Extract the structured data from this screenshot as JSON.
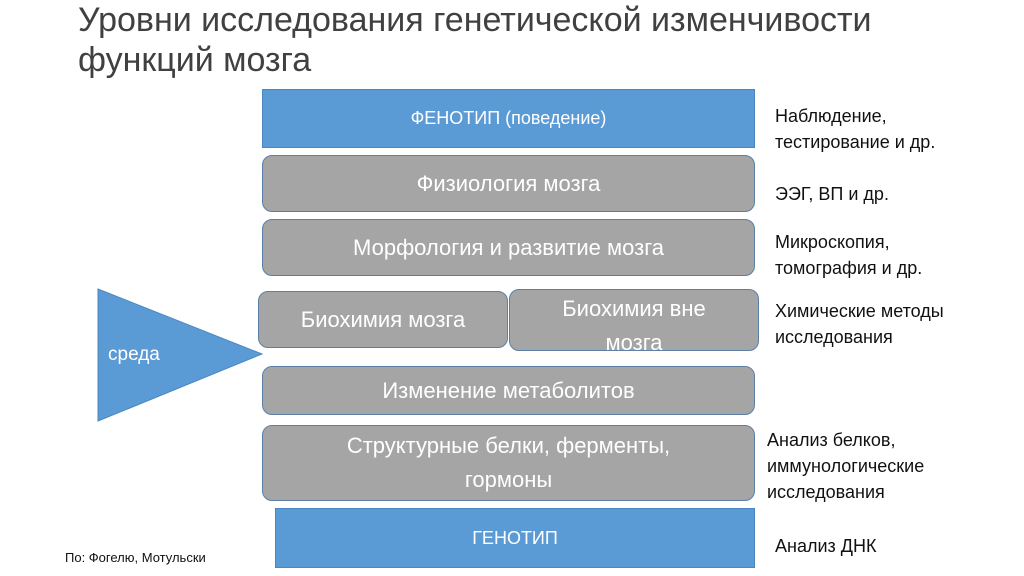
{
  "title": "Уровни исследования генетической изменчивости функций мозга",
  "levels": {
    "phenotype": "ФЕНОТИП (поведение)",
    "physiology": "Физиология мозга",
    "morphology": "Морфология и развитие мозга",
    "biochem_brain": "Биохимия мозга",
    "biochem_outside": "Биохимия вне мозга",
    "metabolites": "Изменение метаболитов",
    "proteins": "Структурные белки, ферменты, гормоны",
    "genotype": "ГЕНОТИП"
  },
  "methods": {
    "phenotype": "Наблюдение, тестирование и др.",
    "physiology": "ЭЭГ, ВП и др.",
    "morphology": "Микроскопия, томография и др.",
    "biochem": "Химические методы исследования",
    "proteins": "Анализ белков, иммунологические исследования",
    "genotype": "Анализ ДНК"
  },
  "environment": "среда",
  "source": "По: Фогелю, Мотульски",
  "colors": {
    "blue": "#5b9bd5",
    "gray": "#a5a5a5"
  }
}
